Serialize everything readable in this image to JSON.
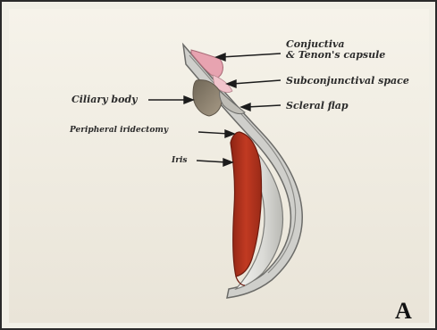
{
  "labels": {
    "conjunctiva_1": "Conjuctiva",
    "conjunctiva_2": "& Tenon's capsule",
    "subconjunctival": "Subconjunctival space",
    "scleral_flap": "Scleral flap",
    "ciliary_body": "Ciliary body",
    "iridectomy": "Peripheral iridectomy",
    "iris": "Iris"
  },
  "panel_letter": "A",
  "colors": {
    "iris": "#b8321f",
    "sclera": "#c9c9c6",
    "ciliary": "#8b8072",
    "conjunctiva": "#e7a3b0",
    "lens": "#e4e4e0"
  }
}
